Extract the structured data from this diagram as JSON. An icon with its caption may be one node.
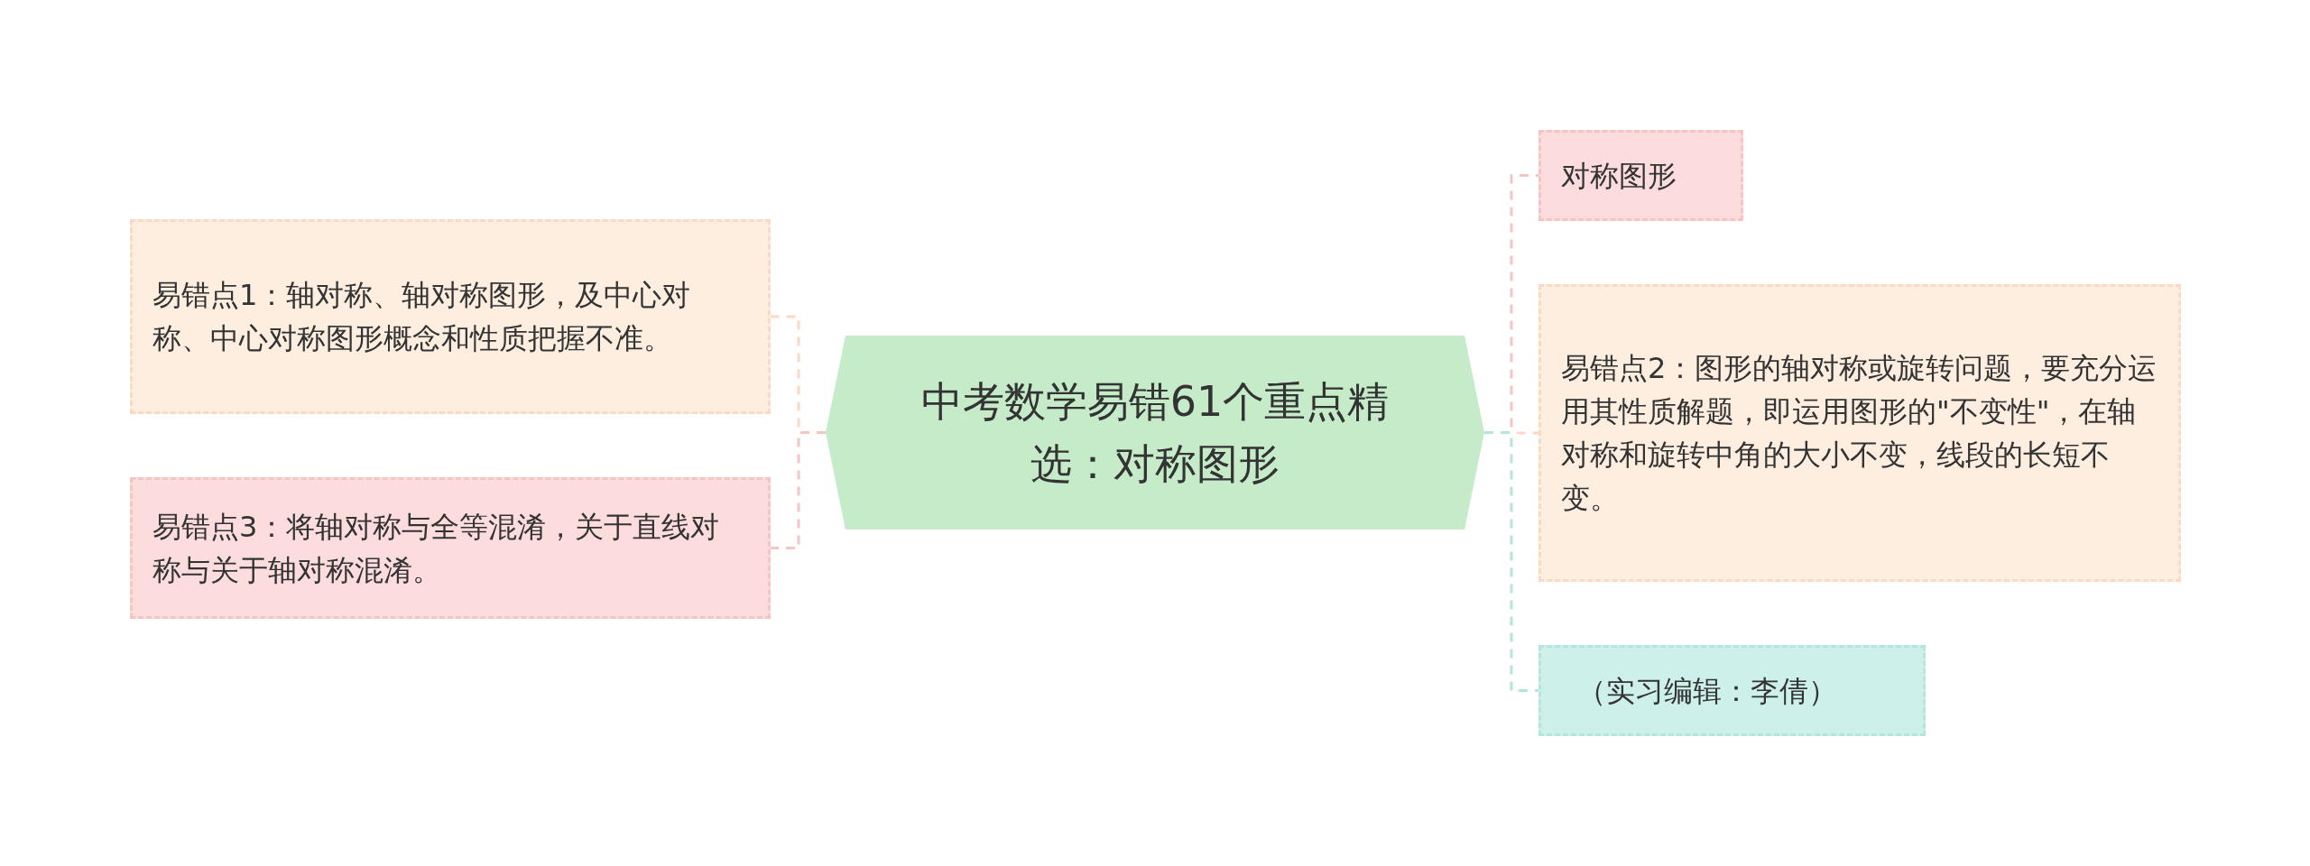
{
  "diagram": {
    "nodes": [
      {
        "text": [
          "中考数学易错61个重点精选：对称图形"
        ]
      },
      {
        "text": [
          "易错点1：轴对称、轴对称图形，及中心对称、中心对称图形概念和性质把握不准。"
        ]
      },
      {
        "text": [
          "易错点3：将轴对称与全等混淆，关于直线对称与关于轴对称混淆。"
        ]
      },
      {
        "text": [
          "对称图形"
        ]
      },
      {
        "text": [
          "易错点2：图形的轴对称或旋转问题，要充分运用其性质解题，即运用图形的\"不变性\"，在轴对称和旋转中角的大小不变，线段的长短不变。"
        ]
      },
      {
        "text": [
          "（实习编辑：李倩）"
        ]
      }
    ],
    "edges": [
      {
        "from": 0,
        "to": 1,
        "arrow": "none",
        "style": "dashed",
        "color": "#fbd9c4"
      },
      {
        "from": 0,
        "to": 2,
        "arrow": "none",
        "style": "dashed",
        "color": "#f7c4c4"
      },
      {
        "from": 0,
        "to": 3,
        "arrow": "none",
        "style": "dashed",
        "color": "#f7c4c4"
      },
      {
        "from": 0,
        "to": 4,
        "arrow": "none",
        "style": "dashed",
        "color": "#fbd9c4"
      },
      {
        "from": 0,
        "to": 5,
        "arrow": "none",
        "style": "dashed",
        "color": "#b5e6de"
      }
    ]
  }
}
